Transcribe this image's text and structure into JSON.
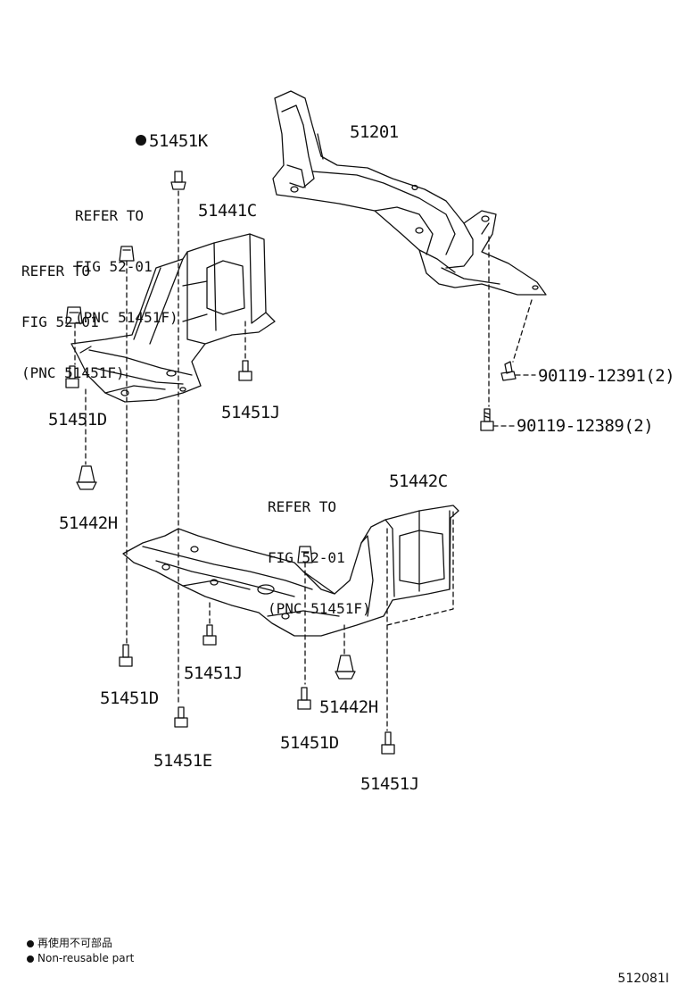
{
  "labels": {
    "p51451K": "51451K",
    "p51201": "51201",
    "p51441C": "51441C",
    "p51451D_a": "51451D",
    "p51451J_a": "51451J",
    "p90119_12391": "90119-12391(2)",
    "p90119_12389": "90119-12389(2)",
    "p51442H_a": "51442H",
    "p51442C": "51442C",
    "p51451J_b": "51451J",
    "p51451D_b": "51451D",
    "p51442H_b": "51442H",
    "p51451D_c": "51451D",
    "p51451E": "51451E",
    "p51451J_c": "51451J"
  },
  "refs": {
    "ref1": [
      "REFER TO",
      "FIG 52-01",
      "(PNC 51451F)"
    ],
    "ref2": [
      "REFER TO",
      "FIG 52-01",
      "(PNC 51451F)"
    ],
    "ref3": [
      "REFER TO",
      "FIG 52-01",
      "(PNC 51451F)"
    ]
  },
  "legend": {
    "line1": "再使用不可部品",
    "line2": "Non-reusable part"
  },
  "figure_id": "512081I",
  "colors": {
    "ink": "#111111",
    "background": "#ffffff"
  }
}
